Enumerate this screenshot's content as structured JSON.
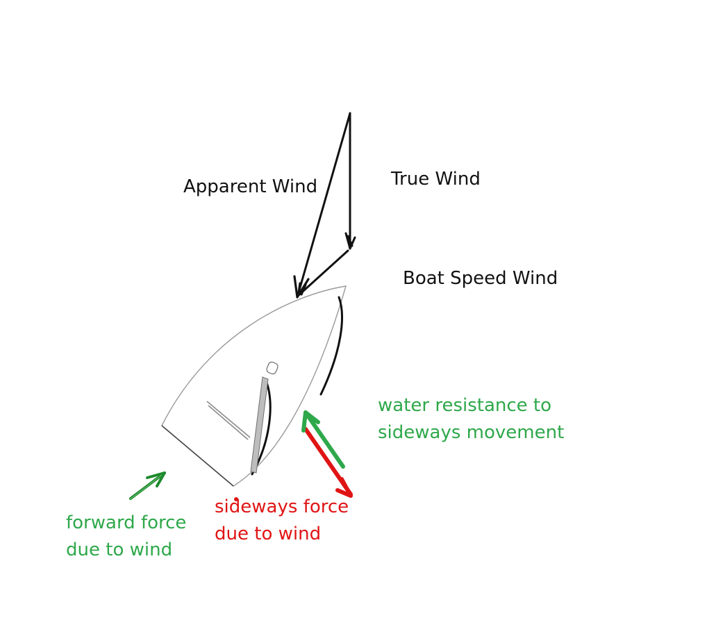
{
  "labels": {
    "apparent_wind": "Apparent Wind",
    "true_wind": "True Wind",
    "boat_speed_wind": "Boat Speed Wind",
    "water_resistance": {
      "line1": "water resistance to",
      "line2": "sideways movement"
    },
    "sideways_force": {
      "line1": "sideways force",
      "line2": "due to wind"
    },
    "forward_force": {
      "line1": "forward force",
      "line2": "due to wind"
    }
  },
  "colors": {
    "wind_vectors": "#111111",
    "forward_force": "#1e8a2e",
    "sideways_force": "#e01414",
    "water_resistance": "#2ea84a",
    "hull_outline": "#9a9a9a",
    "sail": "#111111",
    "mast": "#8c8c8c"
  }
}
